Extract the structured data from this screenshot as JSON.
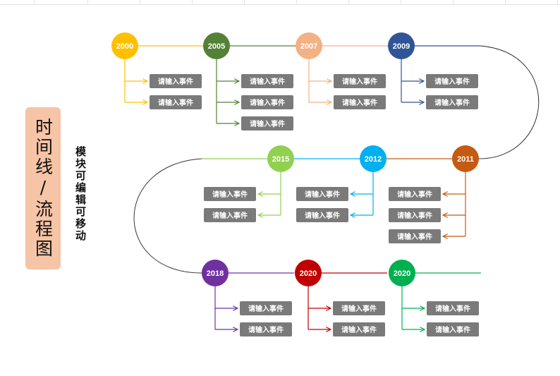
{
  "title": "时间线/流程图",
  "subtitle": "模块可编辑可移动",
  "event_label": "请输入事件",
  "colors": {
    "event_box": "#7a7a7a",
    "connector": "#333333",
    "title_bg": "#f6c4a6"
  },
  "rows": [
    {
      "direction": "right",
      "milestones": [
        {
          "year": "2000",
          "color": "#ffc000",
          "events": [
            "请输入事件",
            "请输入事件"
          ]
        },
        {
          "year": "2005",
          "color": "#538135",
          "events": [
            "请输入事件",
            "请输入事件",
            "请输入事件"
          ]
        },
        {
          "year": "2007",
          "color": "#f4b183",
          "events": [
            "请输入事件",
            "请输入事件"
          ]
        },
        {
          "year": "2009",
          "color": "#2f5597",
          "events": [
            "请输入事件",
            "请输入事件"
          ]
        }
      ]
    },
    {
      "direction": "left",
      "milestones": [
        {
          "year": "2015",
          "color": "#92d050",
          "events": [
            "请输入事件",
            "请输入事件"
          ]
        },
        {
          "year": "2012",
          "color": "#00b0f0",
          "events": [
            "请输入事件",
            "请输入事件"
          ]
        },
        {
          "year": "2011",
          "color": "#c55a11",
          "events": [
            "请输入事件",
            "请输入事件",
            "请输入事件"
          ]
        }
      ]
    },
    {
      "direction": "right",
      "milestones": [
        {
          "year": "2018",
          "color": "#7030a0",
          "events": [
            "请输入事件",
            "请输入事件"
          ]
        },
        {
          "year": "2020",
          "color": "#c00000",
          "events": [
            "请输入事件",
            "请输入事件"
          ]
        },
        {
          "year": "2020",
          "color": "#00b050",
          "events": [
            "请输入事件",
            "请输入事件"
          ]
        }
      ]
    }
  ]
}
